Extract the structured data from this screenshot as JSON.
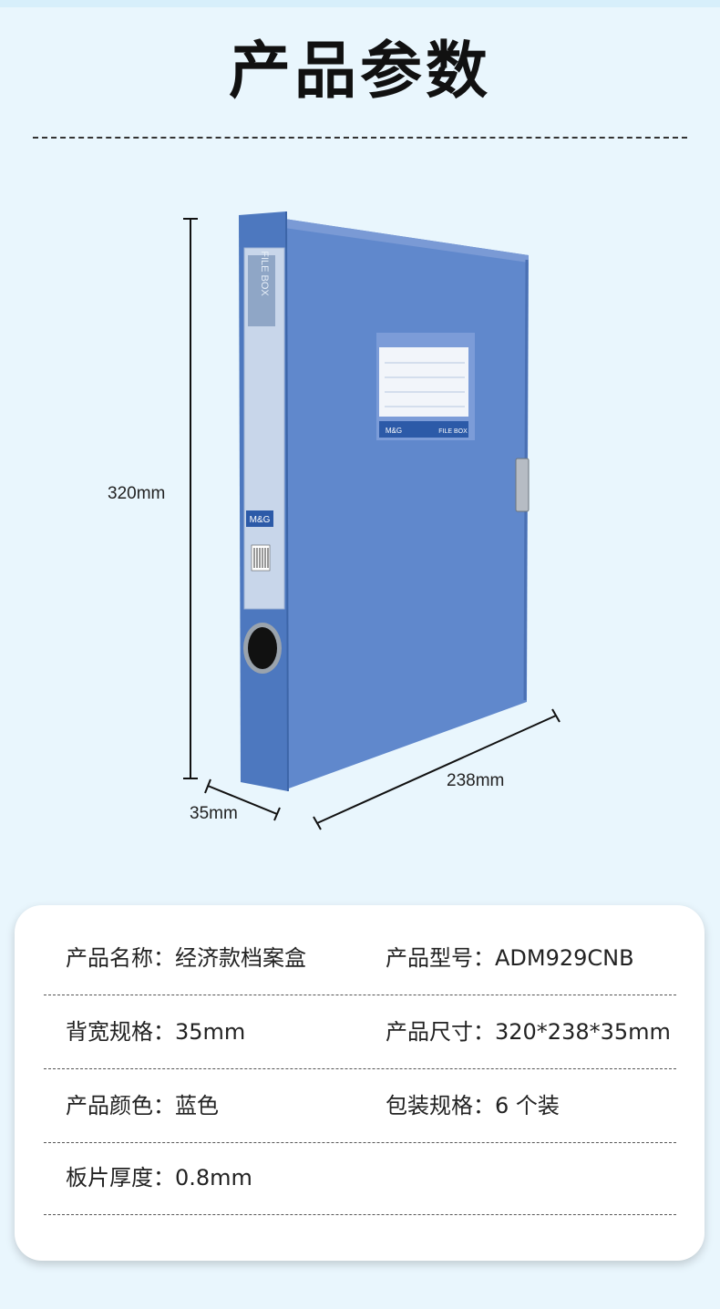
{
  "page": {
    "title": "产品参数",
    "background": "#e9f6fd"
  },
  "figure": {
    "box_color": "#5b85c9",
    "spine_label": "FILE BOX",
    "front_label": "FILE BOX",
    "brand": "M&G",
    "dim_height": "320mm",
    "dim_width": "238mm",
    "dim_depth": "35mm"
  },
  "specs": {
    "rows": [
      {
        "left": {
          "key": "产品名称：",
          "value": "经济款档案盒"
        },
        "right": {
          "key": "产品型号：",
          "value": "ADM929CNB"
        }
      },
      {
        "left": {
          "key": "背宽规格：",
          "value": "35mm"
        },
        "right": {
          "key": "产品尺寸：",
          "value": "320*238*35mm"
        }
      },
      {
        "left": {
          "key": "产品颜色：",
          "value": "蓝色"
        },
        "right": {
          "key": "包装规格：",
          "value": "6 个装"
        }
      },
      {
        "left": {
          "key": "板片厚度：",
          "value": "0.8mm"
        }
      }
    ]
  }
}
